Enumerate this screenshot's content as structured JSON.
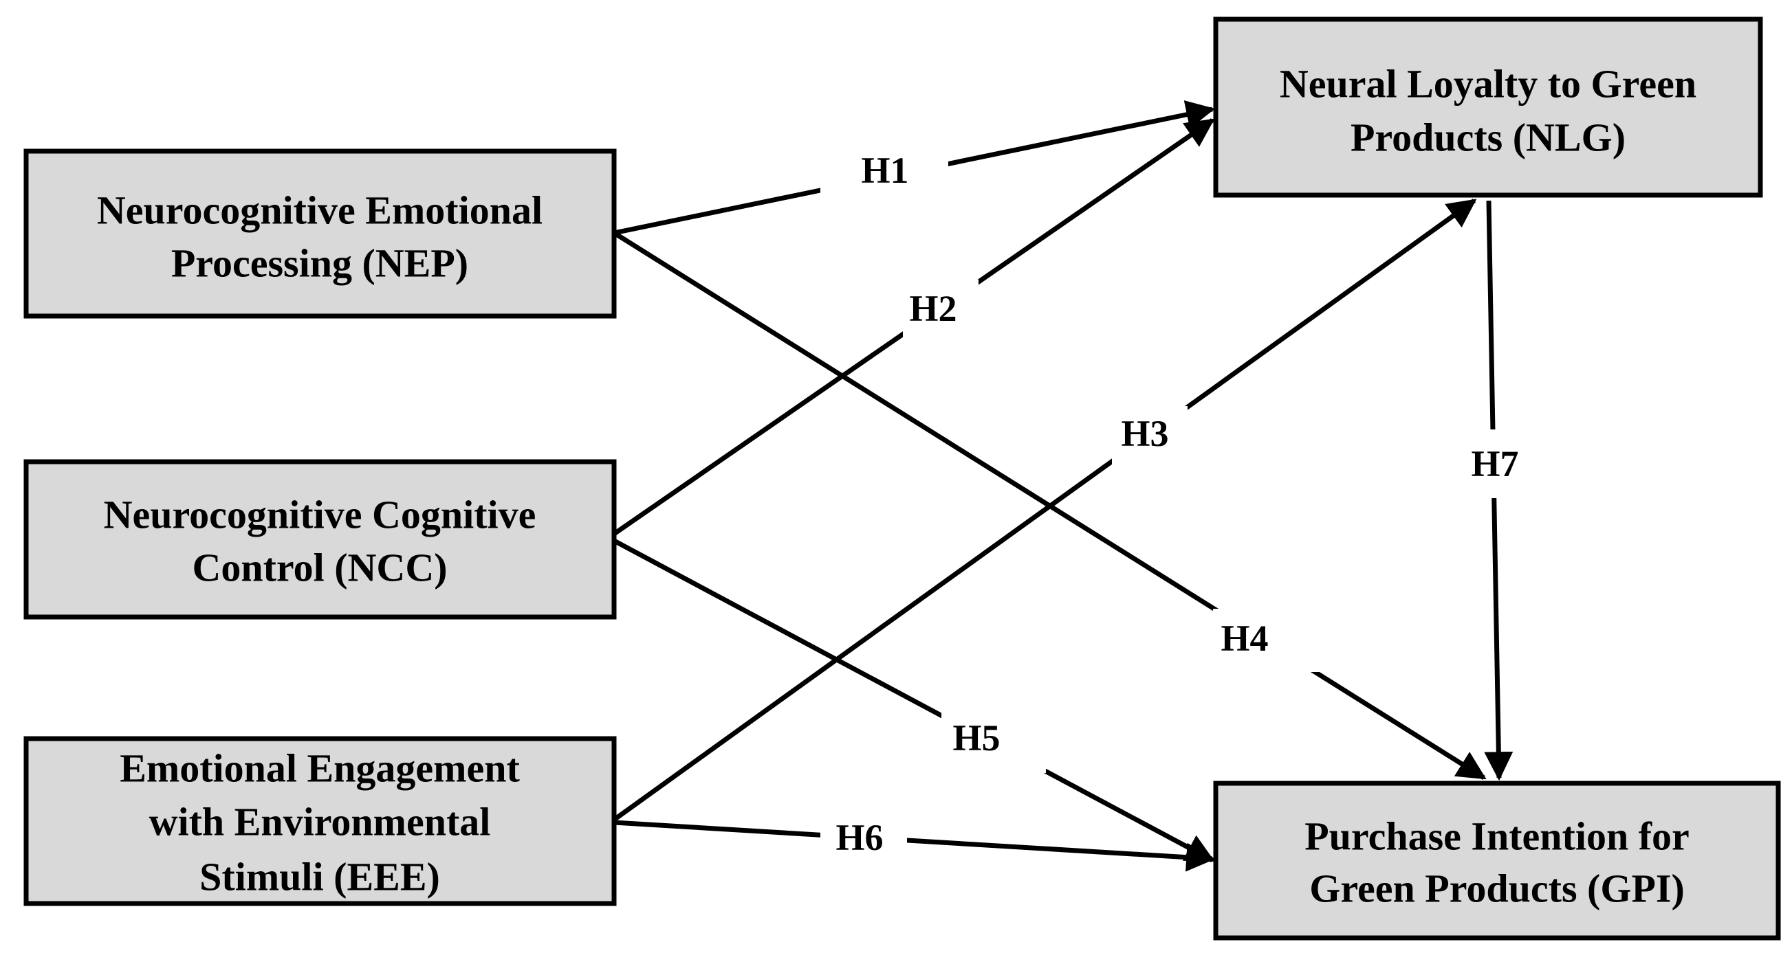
{
  "nodes": {
    "nep": {
      "line1": "Neurocognitive Emotional",
      "line2": "Processing (NEP)"
    },
    "ncc": {
      "line1": "Neurocognitive Cognitive",
      "line2": "Control (NCC)"
    },
    "eee": {
      "line1": "Emotional Engagement",
      "line2": "with Environmental",
      "line3": "Stimuli (EEE)"
    },
    "nlg": {
      "line1": "Neural Loyalty to Green",
      "line2": "Products (NLG)"
    },
    "gpi": {
      "line1": "Purchase Intention for",
      "line2": "Green Products (GPI)"
    }
  },
  "hypotheses": {
    "h1": "H1",
    "h2": "H2",
    "h3": "H3",
    "h4": "H4",
    "h5": "H5",
    "h6": "H6",
    "h7": "H7"
  },
  "colors": {
    "box_fill": "#d9d9d9",
    "stroke": "#000000",
    "background": "#ffffff"
  }
}
